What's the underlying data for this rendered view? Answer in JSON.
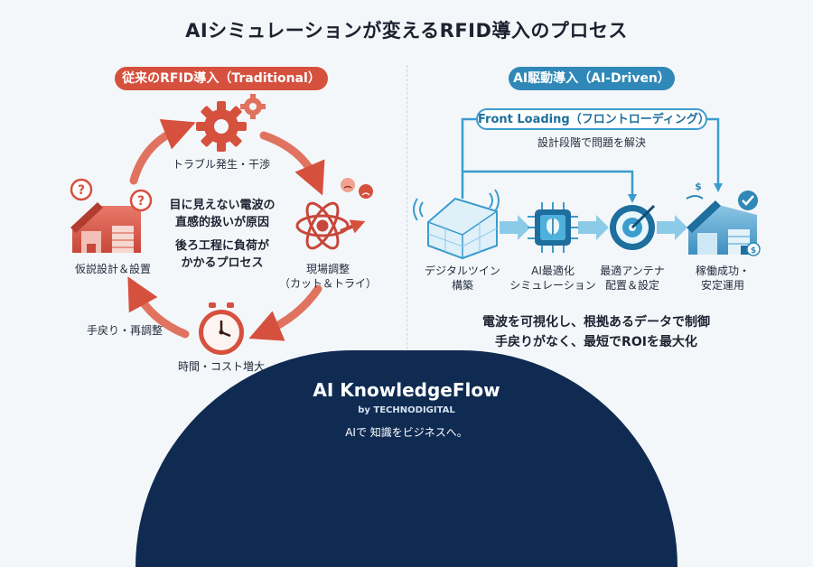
{
  "title": "AIシミュレーションが変えるRFID導入のプロセス",
  "traditional": {
    "header": "従来のRFID導入（Traditional）",
    "steps": {
      "trouble": "トラブル発生・干渉",
      "onsite_line1": "現場調整",
      "onsite_line2": "（カット＆トライ）",
      "time_cost": "時間・コスト増大",
      "rework": "手戻り・再調整",
      "provisional": "仮説設計＆設置"
    },
    "center": {
      "line1": "目に見えない電波の",
      "line2": "直感的扱いが原因",
      "line3": "後ろ工程に負荷が",
      "line4": "かかるプロセス"
    }
  },
  "ai_driven": {
    "header": "AI駆動導入（AI-Driven）",
    "front_loading": "Front Loading（フロントローディング）",
    "front_sub": "設計段階で問題を解決",
    "steps": {
      "twin_line1": "デジタルツイン",
      "twin_line2": "構築",
      "ai_line1": "AI最適化",
      "ai_line2": "シミュレーション",
      "antenna_line1": "最適アンテナ",
      "antenna_line2": "配置＆設定",
      "success_line1": "稼働成功・",
      "success_line2": "安定運用"
    },
    "summary_line1": "電波を可視化し、根拠あるデータで制御",
    "summary_line2": "手戻りがなく、最短でROIを最大化"
  },
  "brand": {
    "name": "AI KnowledgeFlow",
    "by": "by TECHNODIGITAL",
    "tagline": "AIで 知識をビジネスへ。"
  },
  "colors": {
    "traditional_accent": "#d6503e",
    "ai_accent": "#2f88b7",
    "brand_navy": "#0f2b52"
  }
}
